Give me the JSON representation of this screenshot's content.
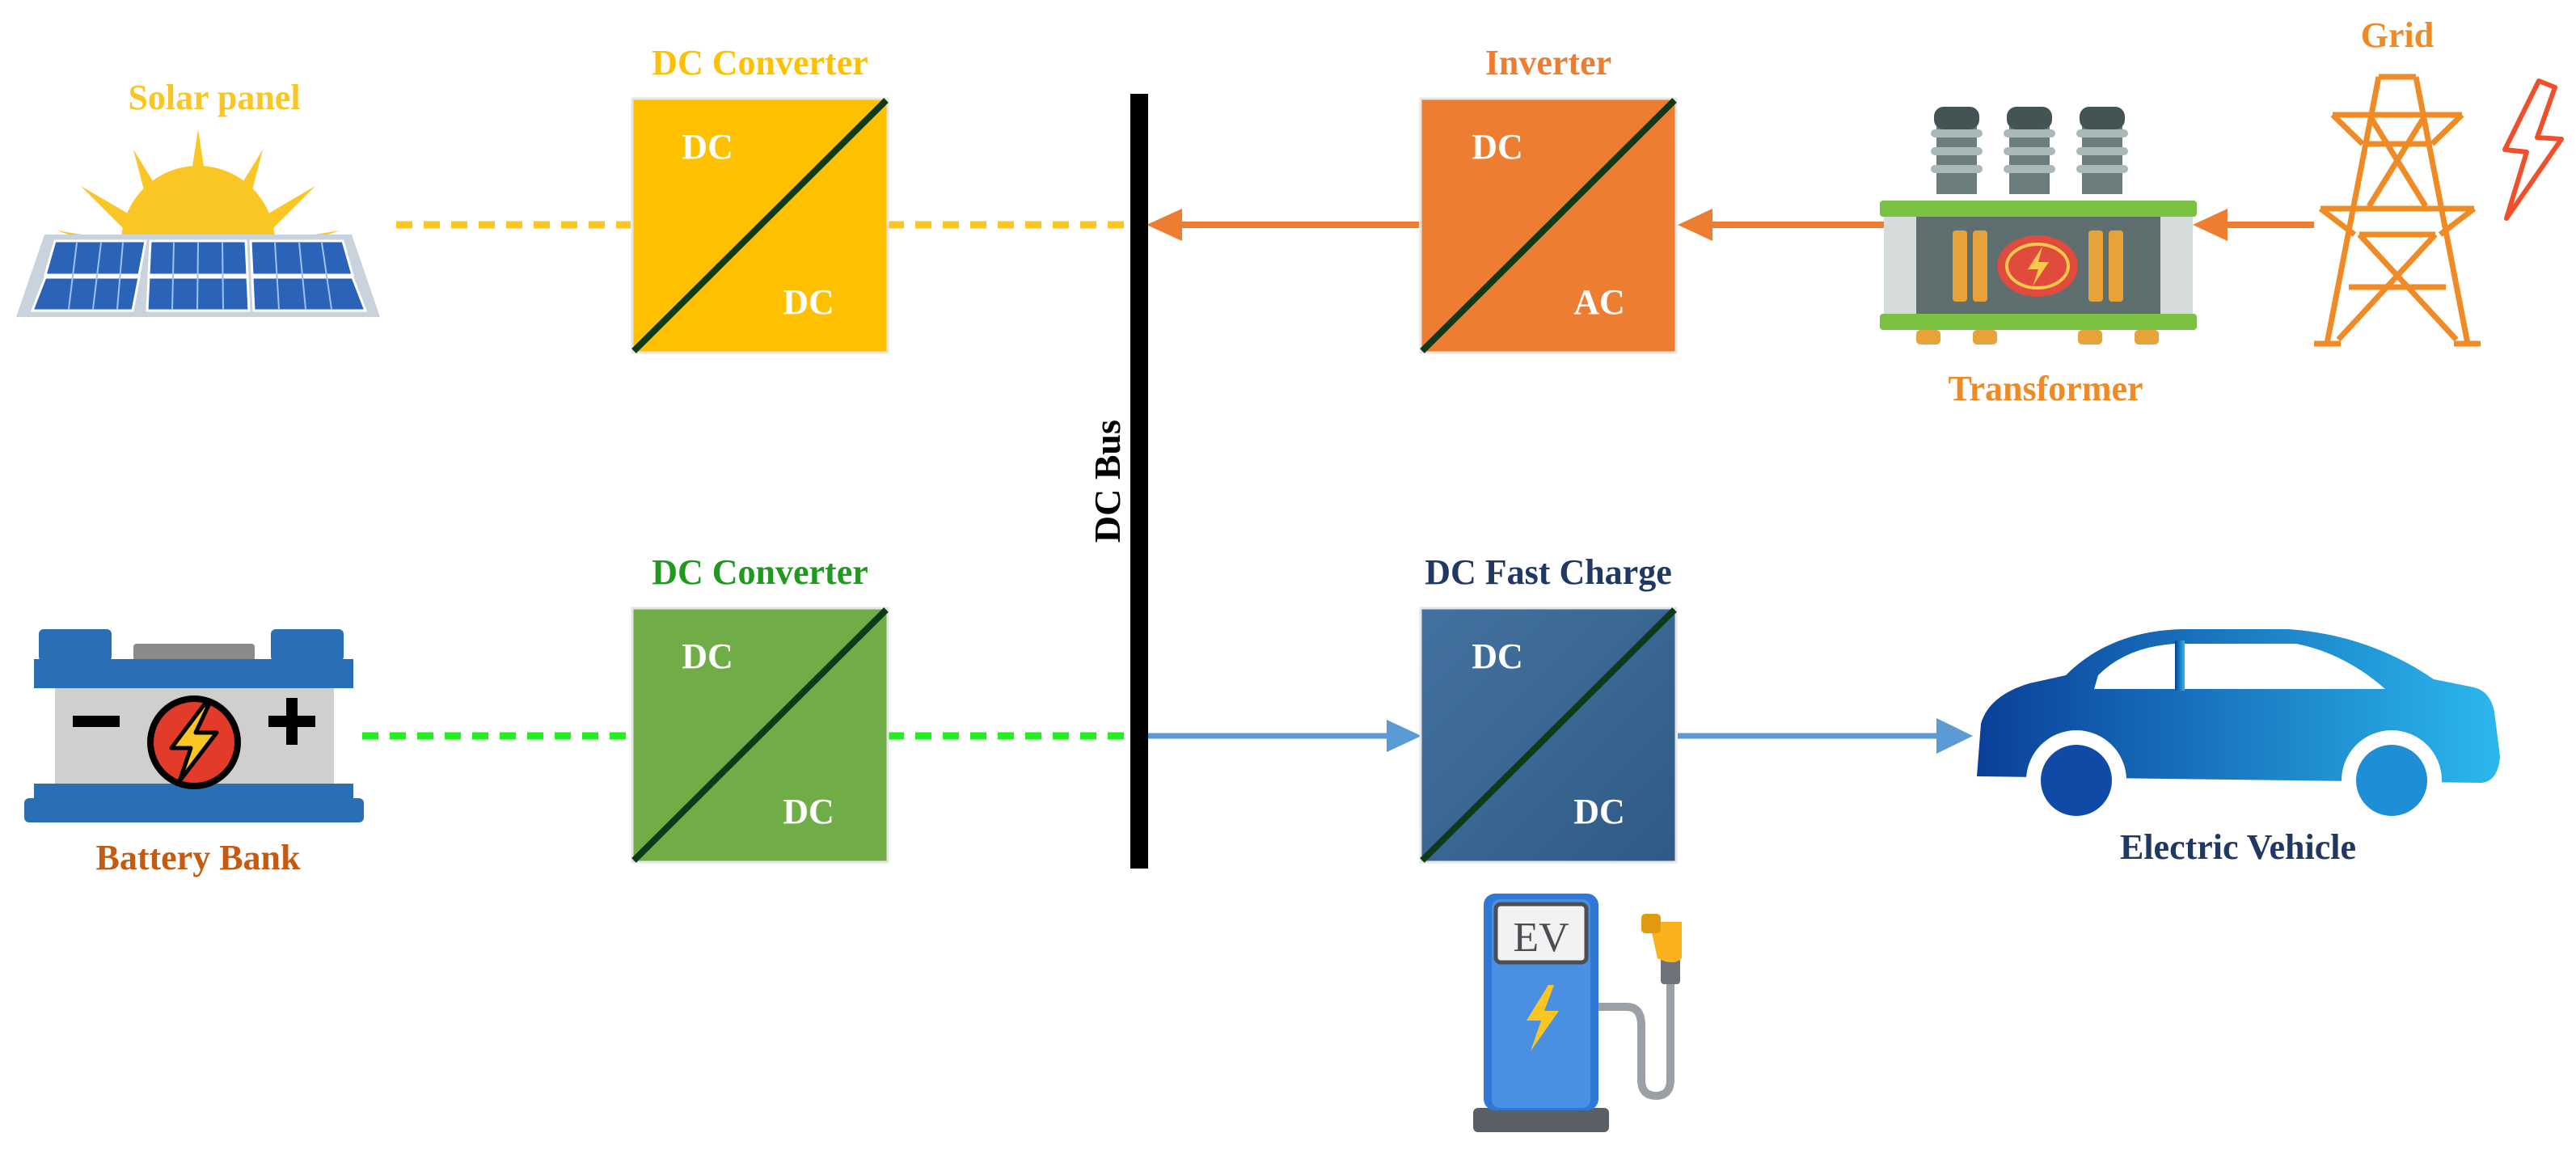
{
  "labels": {
    "solar_panel": "Solar panel",
    "dc_converter_top": "DC Converter",
    "inverter": "Inverter",
    "grid": "Grid",
    "transformer": "Transformer",
    "dc_bus": "DC Bus",
    "dc_converter_bottom": "DC Converter",
    "dc_fast_charge": "DC Fast Charge",
    "battery_bank": "Battery Bank",
    "electric_vehicle": "Electric Vehicle",
    "ev_sign": "EV"
  },
  "boxes": {
    "dc_converter_top": {
      "in": "DC",
      "out": "DC"
    },
    "inverter": {
      "in": "DC",
      "out": "AC"
    },
    "dc_converter_bottom": {
      "in": "DC",
      "out": "DC"
    },
    "dc_fast_charge": {
      "in": "DC",
      "out": "DC"
    }
  },
  "colors": {
    "solar": "#f9c623",
    "dc_converter_top": "#ffc000",
    "inverter": "#ed7d31",
    "grid": "#f08a24",
    "dc_converter_bottom": "#70ad47",
    "dc_converter_bottom_label": "#1f9a1f",
    "fast_charge": "#3b6590",
    "fast_charge_label": "#1f3864",
    "battery_label": "#c55a11",
    "ev_label": "#1f3864",
    "battery_link": "#22ee22",
    "ev_link": "#5b9bd5"
  }
}
